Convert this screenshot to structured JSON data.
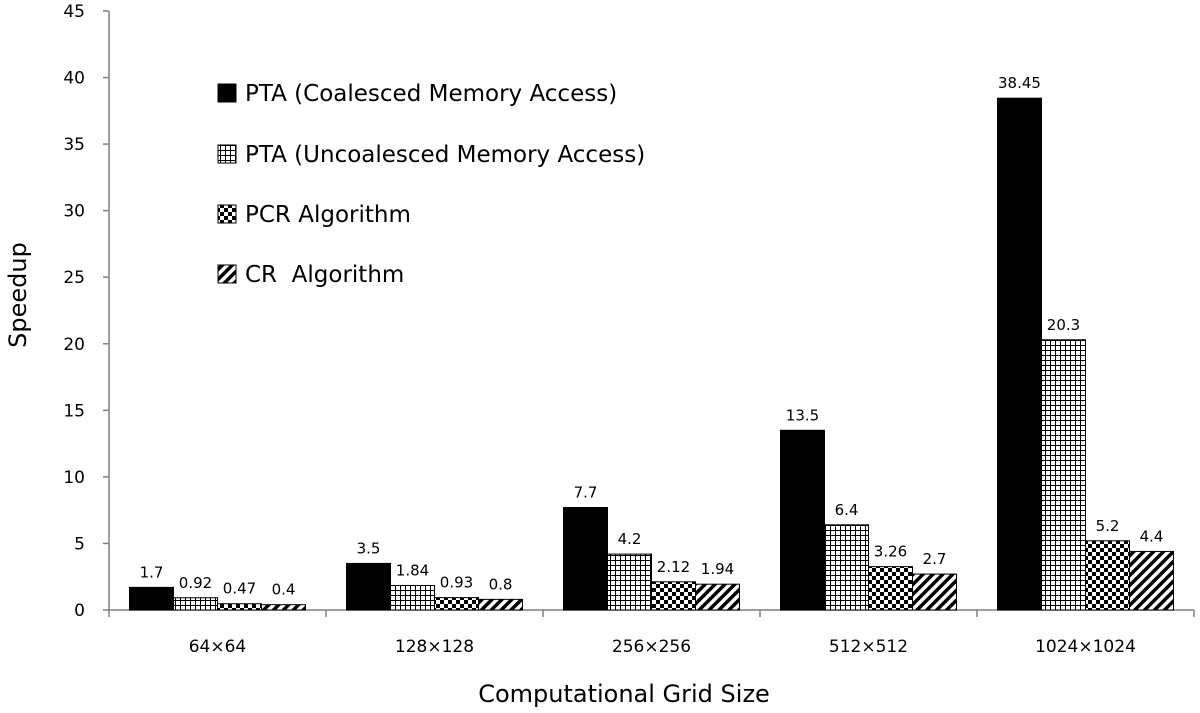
{
  "chart_data": {
    "type": "bar",
    "title": "",
    "xlabel": "Computational Grid Size",
    "ylabel": "Speedup",
    "categories": [
      "64×64",
      "128×128",
      "256×256",
      "512×512",
      "1024×1024"
    ],
    "ylim": [
      0,
      45
    ],
    "yticks": [
      0,
      5,
      10,
      15,
      20,
      25,
      30,
      35,
      40,
      45
    ],
    "grid": false,
    "legend_position": "top-left",
    "series": [
      {
        "name": "PTA (Coalesced Memory Access)",
        "pattern": "solid",
        "values": [
          1.7,
          3.5,
          7.7,
          13.5,
          38.45
        ],
        "labels": [
          "1.7",
          "3.5",
          "7.7",
          "13.5",
          "38.45"
        ]
      },
      {
        "name": "PTA (Uncoalesced Memory Access)",
        "pattern": "grid",
        "values": [
          0.92,
          1.84,
          4.2,
          6.4,
          20.3
        ],
        "labels": [
          "0.92",
          "1.84",
          "4.2",
          "6.4",
          "20.3"
        ]
      },
      {
        "name": "PCR Algorithm",
        "pattern": "checker",
        "values": [
          0.47,
          0.93,
          2.12,
          3.26,
          5.2
        ],
        "labels": [
          "0.47",
          "0.93",
          "2.12",
          "3.26",
          "5.2"
        ]
      },
      {
        "name": "CR  Algorithm",
        "pattern": "diagonal",
        "values": [
          0.4,
          0.8,
          1.94,
          2.7,
          4.4
        ],
        "labels": [
          "0.4",
          "0.8",
          "1.94",
          "2.7",
          "4.4"
        ]
      }
    ],
    "colors": {
      "bar": "#000000",
      "background": "#ffffff",
      "axis": "#808080"
    }
  }
}
